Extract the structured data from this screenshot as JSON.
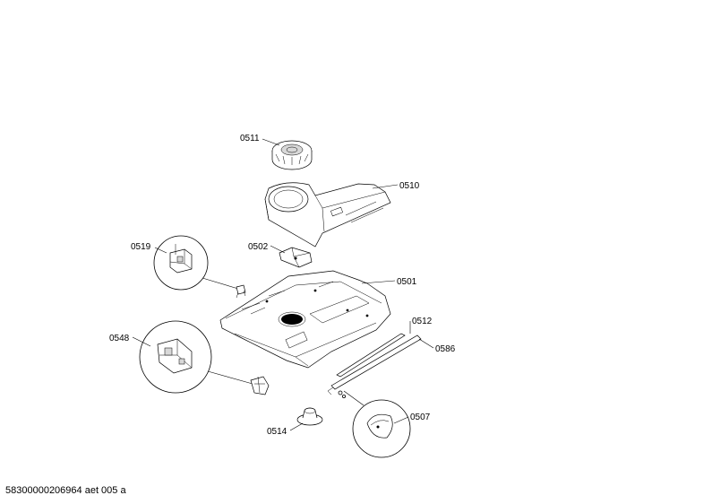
{
  "diagram": {
    "document_id": "58300000206964 aet 005 a",
    "parts": [
      {
        "id": "0511"
      },
      {
        "id": "0510"
      },
      {
        "id": "0519"
      },
      {
        "id": "0502"
      },
      {
        "id": "0501"
      },
      {
        "id": "0512"
      },
      {
        "id": "0586"
      },
      {
        "id": "0548"
      },
      {
        "id": "0514"
      },
      {
        "id": "0507"
      }
    ]
  }
}
